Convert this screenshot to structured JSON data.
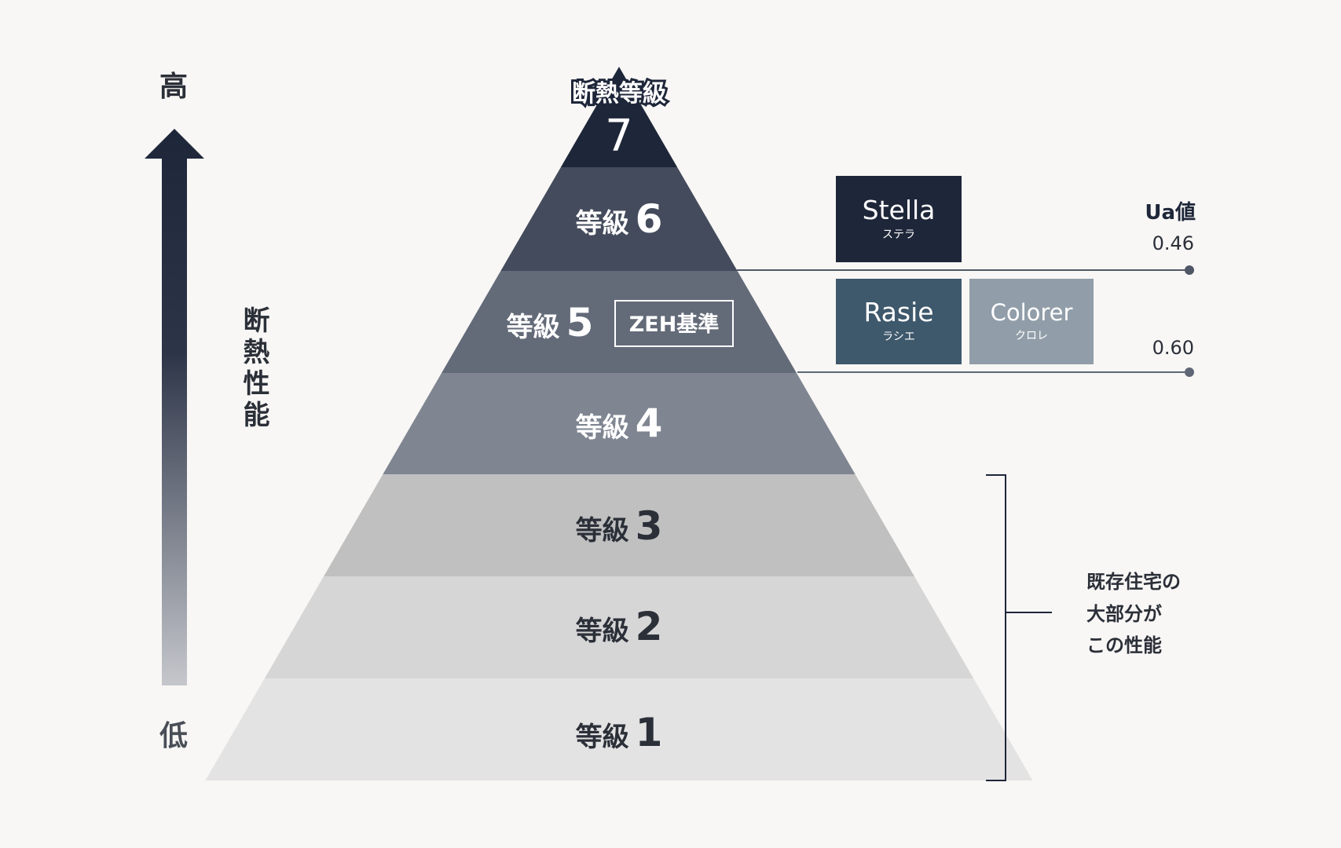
{
  "axis": {
    "high": "高",
    "low": "低",
    "label": "断熱性能"
  },
  "pyramid": {
    "top_title": "断熱等級",
    "levels": [
      {
        "prefix": "",
        "num": "7",
        "color": "#1e2639"
      },
      {
        "prefix": "等級",
        "num": "6",
        "color": "#444b5c"
      },
      {
        "prefix": "等級",
        "num": "5",
        "color": "#636a78"
      },
      {
        "prefix": "等級",
        "num": "4",
        "color": "#7f8591"
      },
      {
        "prefix": "等級",
        "num": "3",
        "color": "#c0c0c0"
      },
      {
        "prefix": "等級",
        "num": "2",
        "color": "#d6d6d6"
      },
      {
        "prefix": "等級",
        "num": "1",
        "color": "#e3e3e3"
      }
    ],
    "zeh_badge": "ZEH基準"
  },
  "products": [
    {
      "name": "Stella",
      "kana": "ステラ",
      "color": "#1e2639"
    },
    {
      "name": "Rasie",
      "kana": "ラシエ",
      "color": "#3e586c"
    },
    {
      "name": "Colorer",
      "kana": "クロレ",
      "color": "#919ea9"
    }
  ],
  "ua": {
    "title": "Ua値",
    "values": [
      "0.46",
      "0.60"
    ]
  },
  "note": {
    "lines": [
      "既存住宅の",
      "大部分が",
      "この性能"
    ]
  }
}
